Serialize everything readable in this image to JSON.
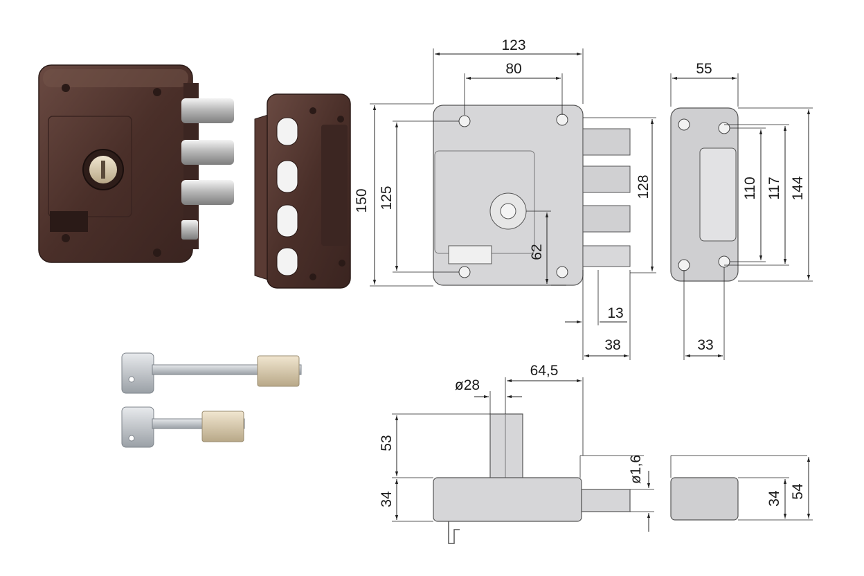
{
  "colors": {
    "lock_brown": "#4a2f29",
    "lock_brown_light": "#6a4a42",
    "drawing_fill": "#d6d6d8",
    "key_silver": "#c9ccd0"
  },
  "front_view": {
    "width_overall": "123",
    "hole_spacing": "80",
    "height_overall": "150",
    "hole_height": "125",
    "bolt_span": "128",
    "key_height": "62",
    "latch_width": "13",
    "bolt_projection": "38"
  },
  "strike_view": {
    "width": "55",
    "inner_height": "110",
    "hole_height": "117",
    "overall_height": "144",
    "hole_spacing": "33"
  },
  "section_view": {
    "cylinder_diameter": "ø28",
    "cylinder_offset": "64,5",
    "cylinder_height": "53",
    "body_depth": "34",
    "bolt_diameter": "ø1,6",
    "strike_depth": "34",
    "strike_overall": "54"
  }
}
